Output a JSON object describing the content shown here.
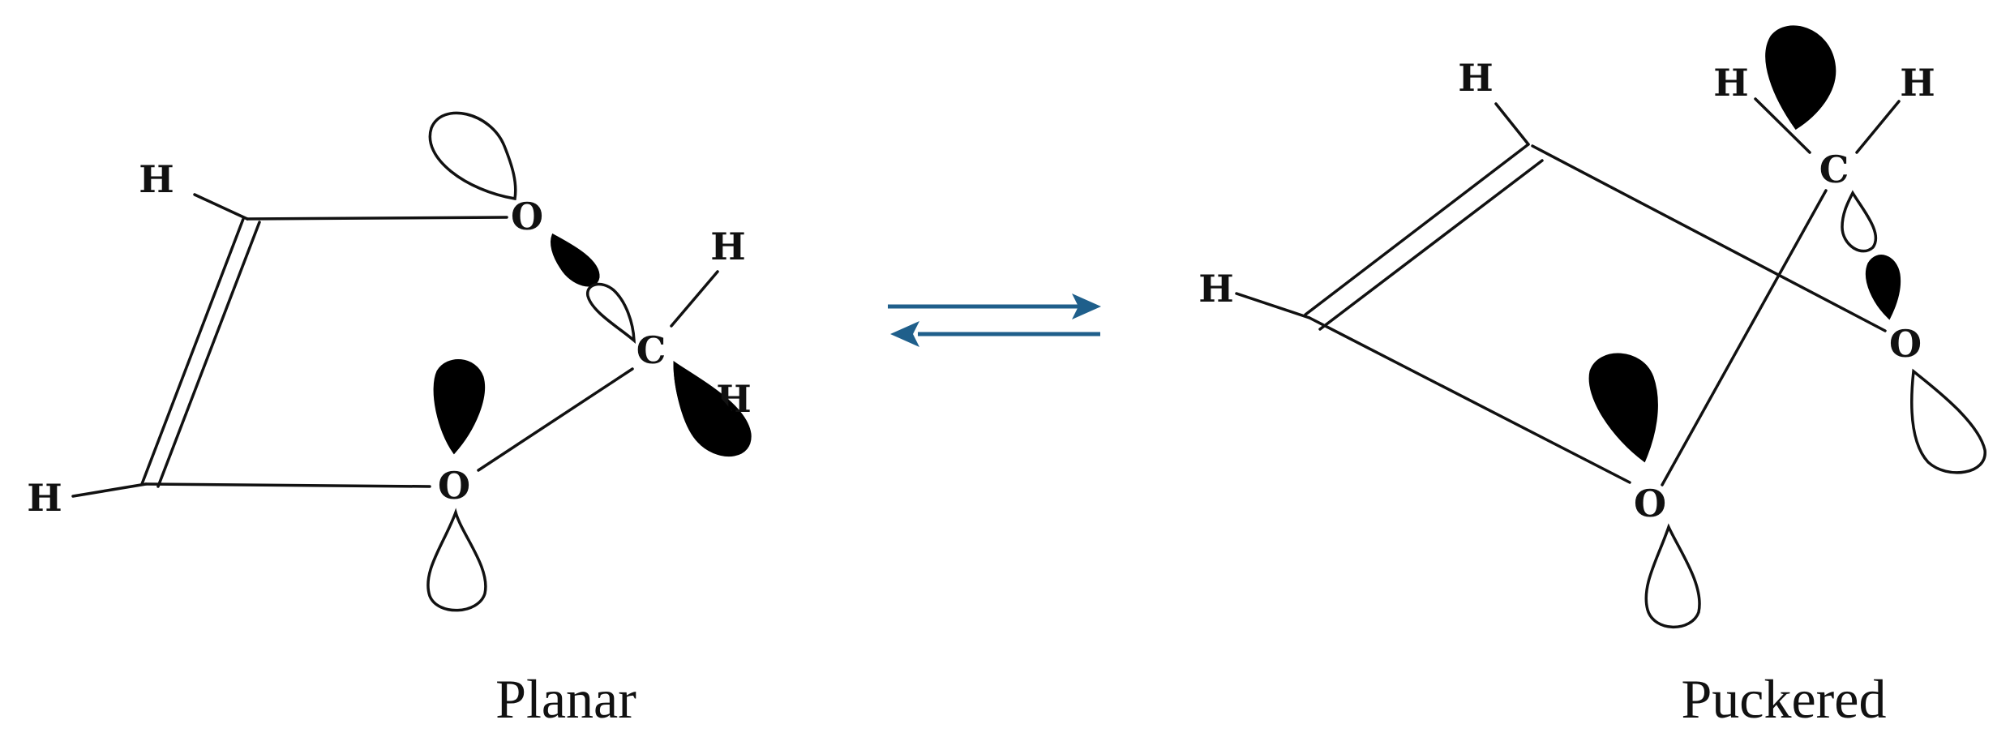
{
  "planar": {
    "caption": "Planar",
    "atoms": {
      "h_top": "H",
      "h_bottom": "H",
      "o_top": "O",
      "o_bottom": "O",
      "c": "C",
      "h_c_top": "H",
      "h_c_hidden": "H"
    }
  },
  "puckered": {
    "caption": "Puckered",
    "atoms": {
      "h_top": "H",
      "h_left": "H",
      "h_c_left": "H",
      "h_c_right": "H",
      "c": "C",
      "o_right": "O",
      "o_bottom": "O"
    }
  },
  "equilibrium": {
    "arrow_color": "#1f5f8b"
  }
}
